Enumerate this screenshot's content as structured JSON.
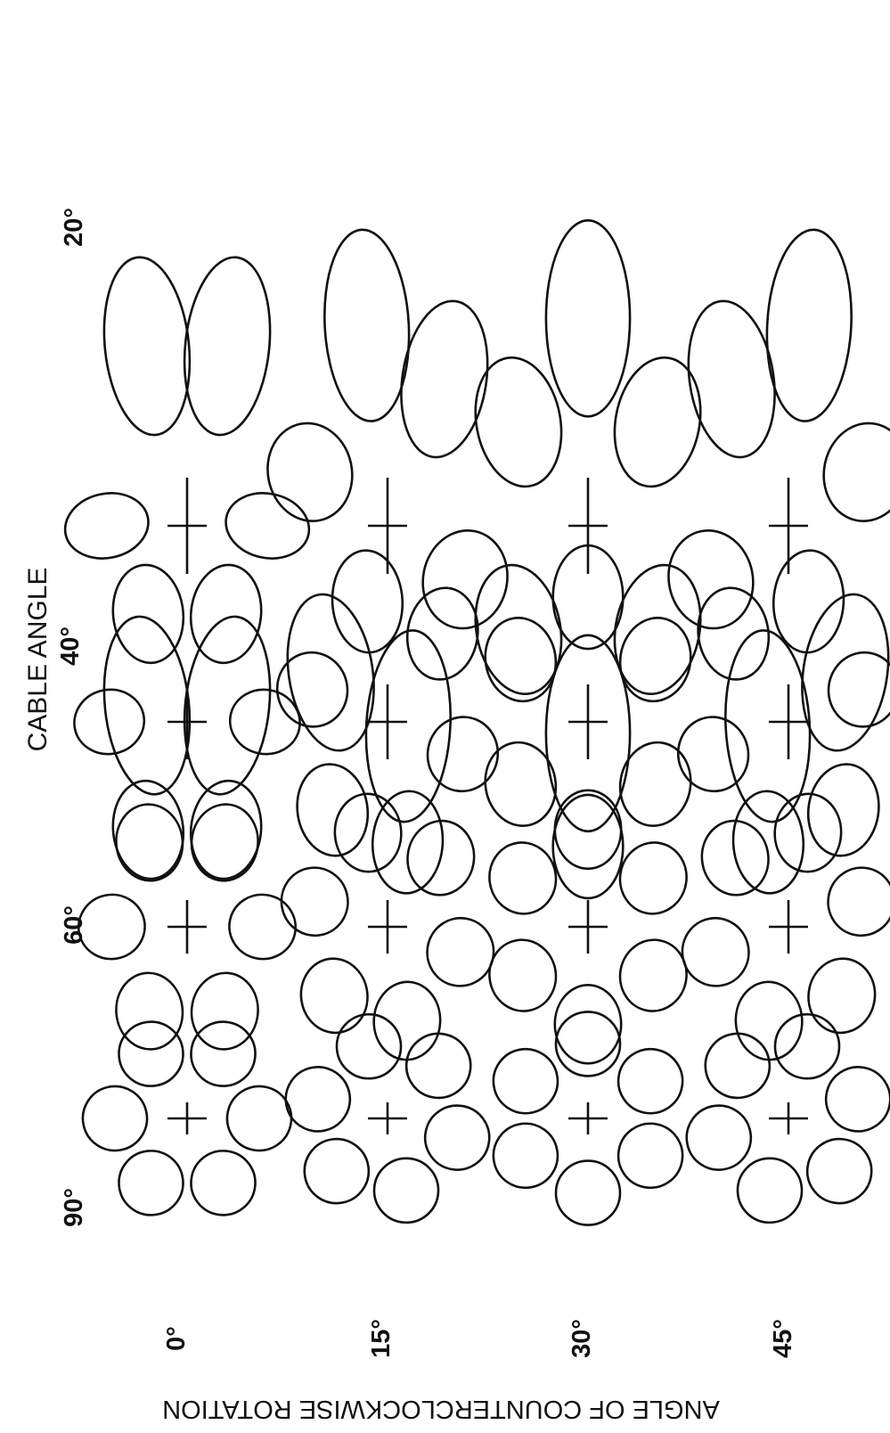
{
  "figure": {
    "axis_title": "ANGLE OF COUNTERCLOCKWISE ROTATION",
    "cable_angle_header": "CABLE ANGLE",
    "cable_angles": [
      "90°",
      "60°",
      "40°",
      "20°"
    ],
    "rotation_angles": [
      "0°",
      "15°",
      "30°",
      "45°"
    ],
    "wires_per_strand": 6
  }
}
